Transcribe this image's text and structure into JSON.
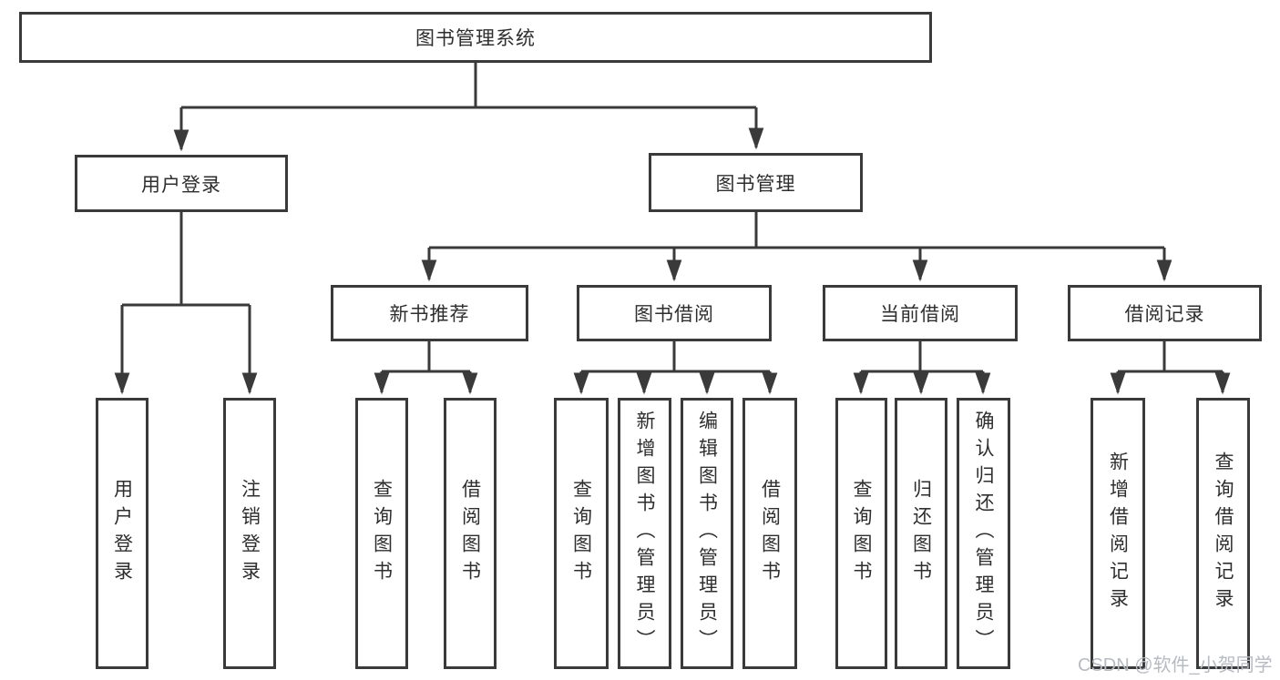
{
  "tree": {
    "root": {
      "label": "图书管理系统"
    },
    "user_login": {
      "label": "用户登录",
      "children": [
        "用户登录",
        "注销登录"
      ]
    },
    "book_management": {
      "label": "图书管理"
    },
    "new_book_recommend": {
      "label": "新书推荐",
      "children": [
        "查询图书",
        "借阅图书"
      ]
    },
    "book_borrowing": {
      "label": "图书借阅",
      "children": [
        "查询图书",
        "新增图书（管理员）",
        "编辑图书（管理员）",
        "借阅图书"
      ]
    },
    "current_borrowing": {
      "label": "当前借阅",
      "children": [
        "查询图书",
        "归还图书",
        "确认归还（管理员）"
      ]
    },
    "borrowing_records": {
      "label": "借阅记录",
      "children": [
        "新增借阅记录",
        "查询借阅记录"
      ]
    }
  },
  "watermark": "CSDN @软件_小贺同学",
  "colors": {
    "line": "#3a3a3a",
    "text": "#2e2e2e",
    "background": "#ffffff",
    "watermark": "#b7bbc1"
  }
}
